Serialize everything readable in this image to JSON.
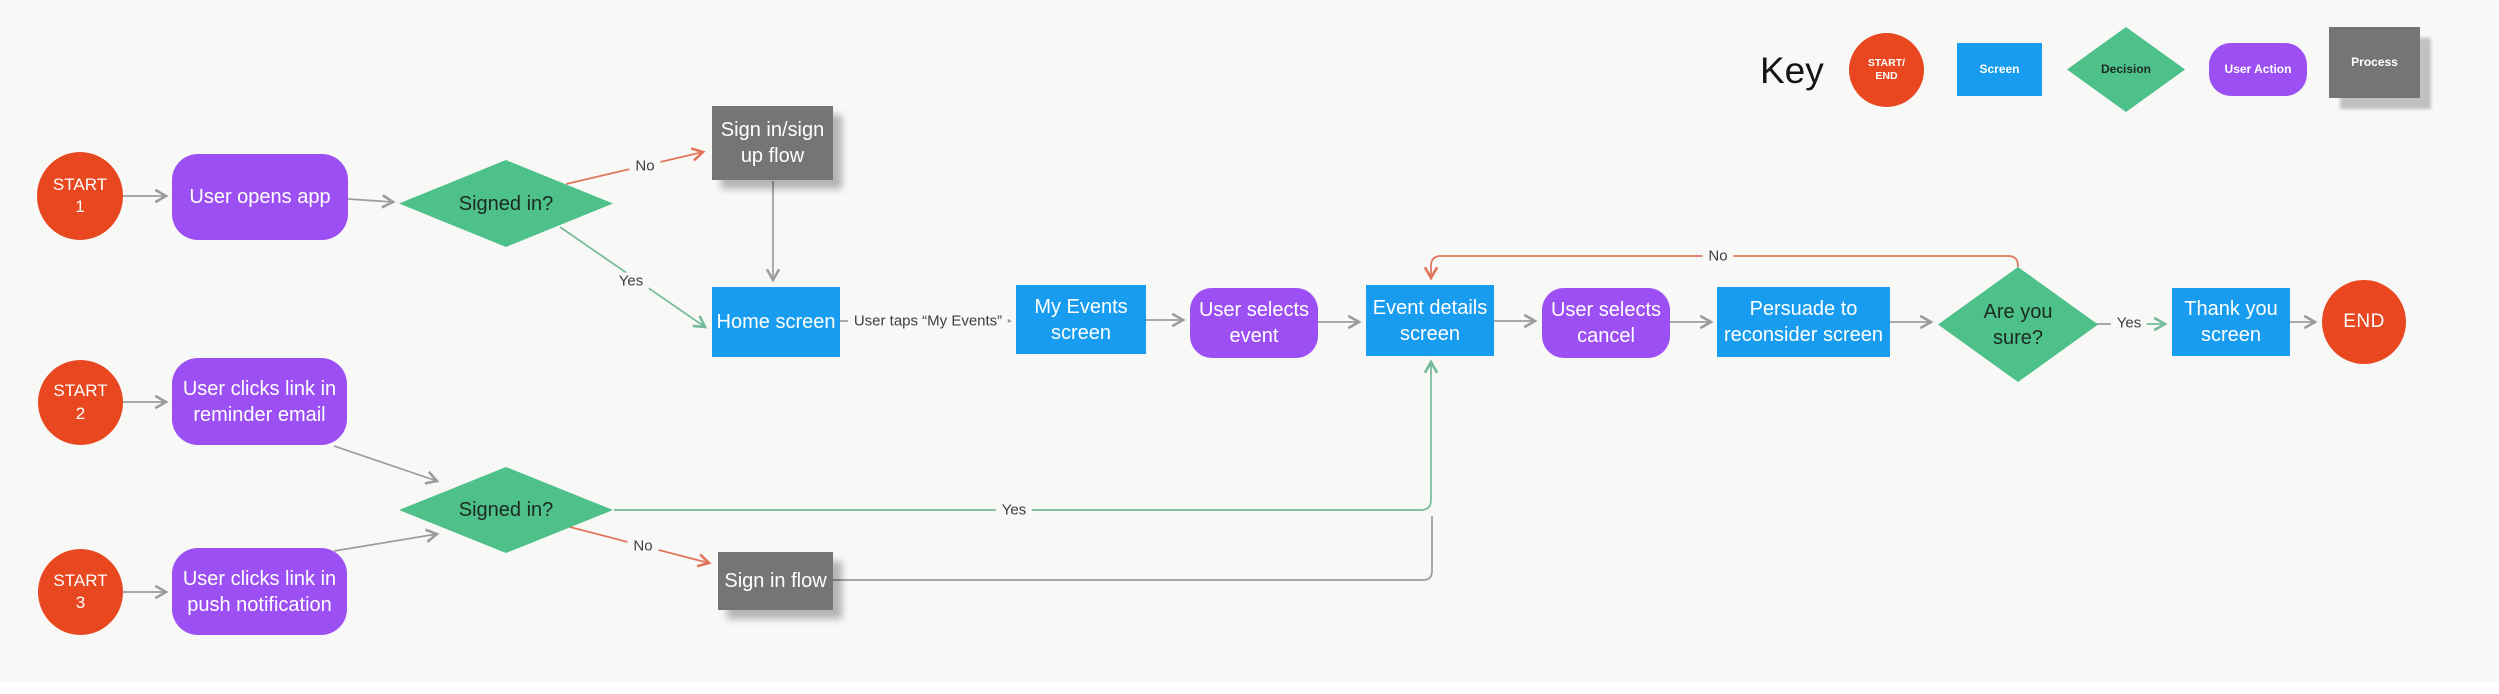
{
  "colors": {
    "background": "#f8f8f7",
    "start_end": "#e8471f",
    "screen": "#189cf0",
    "decision": "#4dc189",
    "user_action": "#9c4ff2",
    "process": "#757575",
    "connector": "#9c9c9c",
    "connector_no": "#e0755a",
    "connector_yes": "#74bb9b"
  },
  "key": {
    "heading": "Key",
    "items": [
      {
        "type": "start-end",
        "label": [
          "START/",
          "END"
        ]
      },
      {
        "type": "screen",
        "label": "Screen"
      },
      {
        "type": "decision",
        "label": "Decision"
      },
      {
        "type": "user-action",
        "label": "User Action"
      },
      {
        "type": "process",
        "label": "Process"
      }
    ]
  },
  "nodes": {
    "start1": [
      "START",
      "1"
    ],
    "start2": [
      "START",
      "2"
    ],
    "start3": [
      "START",
      "3"
    ],
    "end": "END",
    "user_opens_app": "User opens app",
    "signed_in_1": "Signed in?",
    "sign_in_sign_up_flow": [
      "Sign in/sign",
      "up flow"
    ],
    "home_screen": "Home screen",
    "my_events_screen": [
      "My Events",
      "screen"
    ],
    "user_selects_event": [
      "User selects",
      "event"
    ],
    "event_details_screen": [
      "Event details",
      "screen"
    ],
    "user_selects_cancel": [
      "User selects",
      "cancel"
    ],
    "persuade_screen": [
      "Persuade to",
      "reconsider screen"
    ],
    "are_you_sure": [
      "Are you",
      "sure?"
    ],
    "thank_you_screen": [
      "Thank you",
      "screen"
    ],
    "signed_in_2": "Signed in?",
    "sign_in_flow": "Sign in flow",
    "reminder_email": [
      "User clicks link in",
      "reminder email"
    ],
    "push_notification": [
      "User clicks link in",
      "push notification"
    ]
  },
  "edge_labels": {
    "no_signin1": "No",
    "yes_signin1": "Yes",
    "taps_my_events": "User taps “My Events”",
    "no_are_you_sure": "No",
    "yes_are_you_sure": "Yes",
    "yes_signin2": "Yes",
    "no_signin2": "No"
  }
}
